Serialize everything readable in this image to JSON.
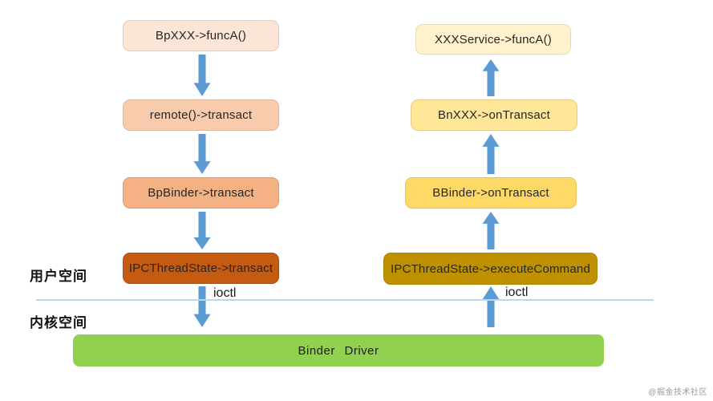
{
  "left_flow": {
    "boxes": [
      {
        "label": "BpXXX->funcA()",
        "bg": "#fbe5d6"
      },
      {
        "label": "remote()->transact",
        "bg": "#f8cbad"
      },
      {
        "label": "BpBinder->transact",
        "bg": "#f4b183"
      },
      {
        "label": "IPCThreadState->transact",
        "bg": "#c55a11"
      }
    ],
    "ioctl": "ioctl"
  },
  "right_flow": {
    "boxes": [
      {
        "label": "XXXService->funcA()",
        "bg": "#fff2cc"
      },
      {
        "label": "BnXXX->onTransact",
        "bg": "#ffe699"
      },
      {
        "label": "BBinder->onTransact",
        "bg": "#ffd966"
      },
      {
        "label": "IPCThreadState->executeCommand",
        "bg": "#bf9000"
      }
    ],
    "ioctl": "ioctl"
  },
  "regions": {
    "user_space_label": "用户空间",
    "kernel_space_label": "内核空间"
  },
  "kernel": {
    "driver_label": "Binder Driver",
    "bg": "#92d050"
  },
  "colors": {
    "arrow": "#5b9bd5",
    "divider": "#bdd7ee"
  },
  "watermark": "@掘金技术社区"
}
